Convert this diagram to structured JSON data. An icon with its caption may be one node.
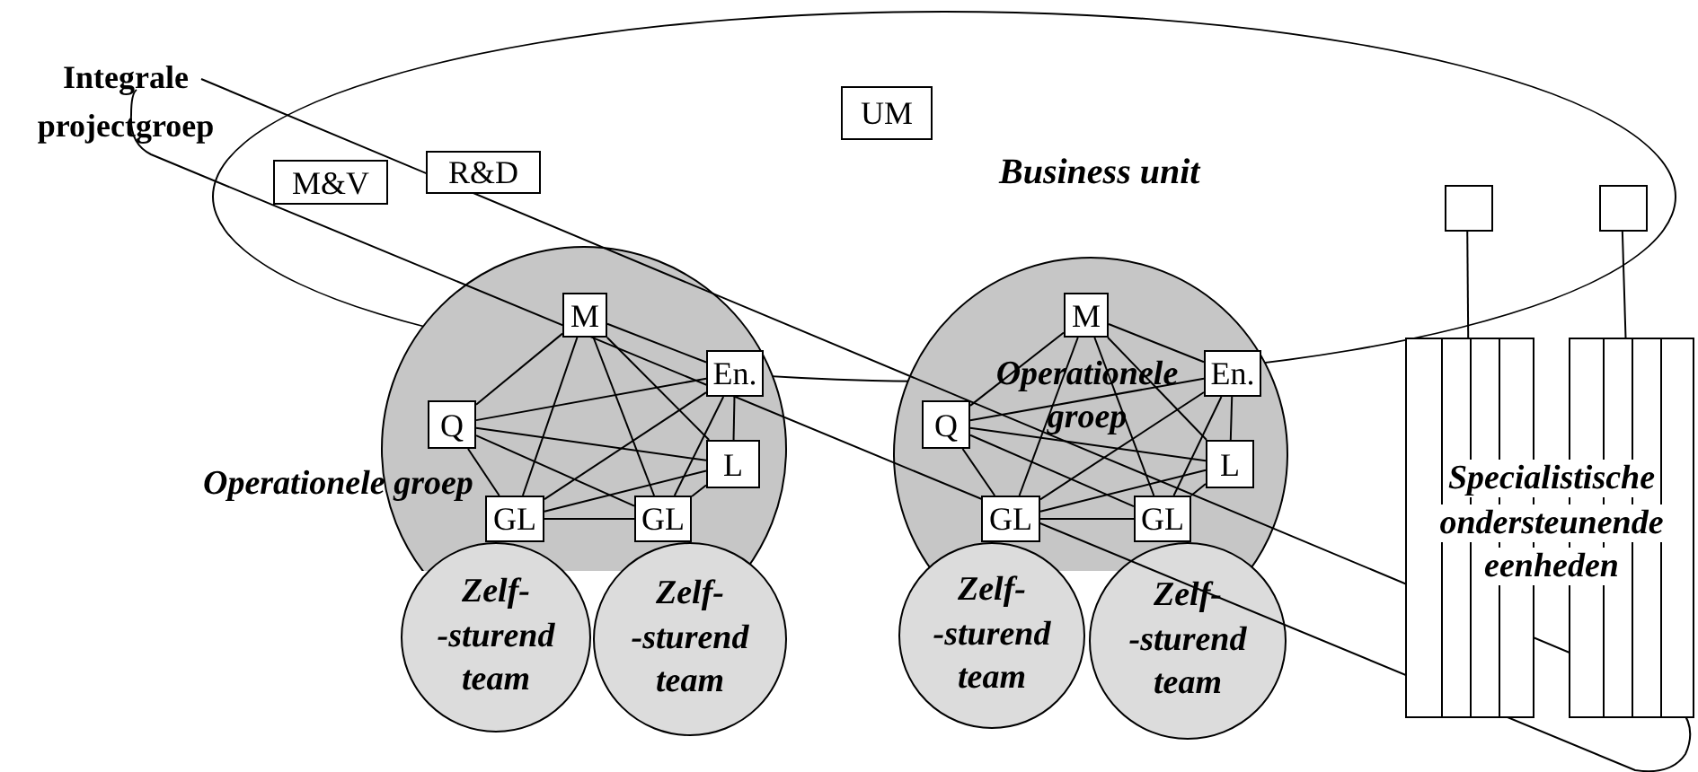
{
  "diagram": {
    "nodes": [
      {
        "text": [
          "Business unit"
        ]
      },
      {
        "text": [
          "UM"
        ],
        "in": 0
      },
      {
        "text": [
          "M&V"
        ],
        "in": 0
      },
      {
        "text": [
          "R&D"
        ],
        "in": 0
      },
      {
        "text": [],
        "shape": "box",
        "in": 0
      },
      {
        "text": [],
        "shape": "box",
        "in": 0
      },
      {
        "text": [
          "Operationele groep"
        ]
      },
      {
        "text": [
          "M"
        ]
      },
      {
        "text": [
          "En."
        ],
        "in": 6
      },
      {
        "text": [
          "Q"
        ],
        "in": 6
      },
      {
        "text": [
          "L"
        ],
        "in": 6
      },
      {
        "text": [
          "GL"
        ],
        "in": 6
      },
      {
        "text": [
          "GL"
        ],
        "in": 6
      },
      {
        "text": [
          "Zelf- -sturend team"
        ]
      },
      {
        "text": [
          "Zelf- -sturend team"
        ]
      },
      {
        "text": [
          "Operationele groep"
        ]
      },
      {
        "text": [
          "M"
        ]
      },
      {
        "text": [
          "En."
        ],
        "in": 15
      },
      {
        "text": [
          "Q"
        ],
        "in": 15
      },
      {
        "text": [
          "L"
        ],
        "in": 15
      },
      {
        "text": [
          "GL"
        ],
        "in": 15
      },
      {
        "text": [
          "GL"
        ],
        "in": 15
      },
      {
        "text": [
          "Zelf- -sturend team"
        ]
      },
      {
        "text": [
          "Zelf- -sturend team"
        ]
      },
      {
        "text": [],
        "shape": "bar"
      },
      {
        "text": [],
        "shape": "bar"
      }
    ],
    "edges": [
      {
        "from": 7,
        "to": 8,
        "arrow": "none"
      },
      {
        "from": 7,
        "to": 9,
        "arrow": "none"
      },
      {
        "from": 7,
        "to": 10,
        "arrow": "none"
      },
      {
        "from": 7,
        "to": 11,
        "arrow": "none"
      },
      {
        "from": 7,
        "to": 12,
        "arrow": "none"
      },
      {
        "from": 8,
        "to": 9,
        "arrow": "none"
      },
      {
        "from": 8,
        "to": 10,
        "arrow": "none"
      },
      {
        "from": 8,
        "to": 11,
        "arrow": "none"
      },
      {
        "from": 8,
        "to": 12,
        "arrow": "none"
      },
      {
        "from": 9,
        "to": 10,
        "arrow": "none"
      },
      {
        "from": 9,
        "to": 11,
        "arrow": "none"
      },
      {
        "from": 9,
        "to": 12,
        "arrow": "none"
      },
      {
        "from": 10,
        "to": 11,
        "arrow": "none"
      },
      {
        "from": 10,
        "to": 12,
        "arrow": "none"
      },
      {
        "from": 11,
        "to": 12,
        "arrow": "none"
      },
      {
        "from": 16,
        "to": 17,
        "arrow": "none"
      },
      {
        "from": 16,
        "to": 18,
        "arrow": "none"
      },
      {
        "from": 16,
        "to": 19,
        "arrow": "none"
      },
      {
        "from": 16,
        "to": 20,
        "arrow": "none"
      },
      {
        "from": 16,
        "to": 21,
        "arrow": "none"
      },
      {
        "from": 17,
        "to": 18,
        "arrow": "none"
      },
      {
        "from": 17,
        "to": 19,
        "arrow": "none"
      },
      {
        "from": 17,
        "to": 20,
        "arrow": "none"
      },
      {
        "from": 17,
        "to": 21,
        "arrow": "none"
      },
      {
        "from": 18,
        "to": 19,
        "arrow": "none"
      },
      {
        "from": 18,
        "to": 20,
        "arrow": "none"
      },
      {
        "from": 18,
        "to": 21,
        "arrow": "none"
      },
      {
        "from": 19,
        "to": 20,
        "arrow": "none"
      },
      {
        "from": 19,
        "to": 21,
        "arrow": "none"
      },
      {
        "from": 20,
        "to": 21,
        "arrow": "none"
      },
      {
        "from": 4,
        "to": 24,
        "arrow": "none"
      },
      {
        "from": 5,
        "to": 25,
        "arrow": "none"
      }
    ],
    "labels": [
      "Integrale projectgroep",
      "Specialistische ondersteunende eenheden"
    ]
  }
}
